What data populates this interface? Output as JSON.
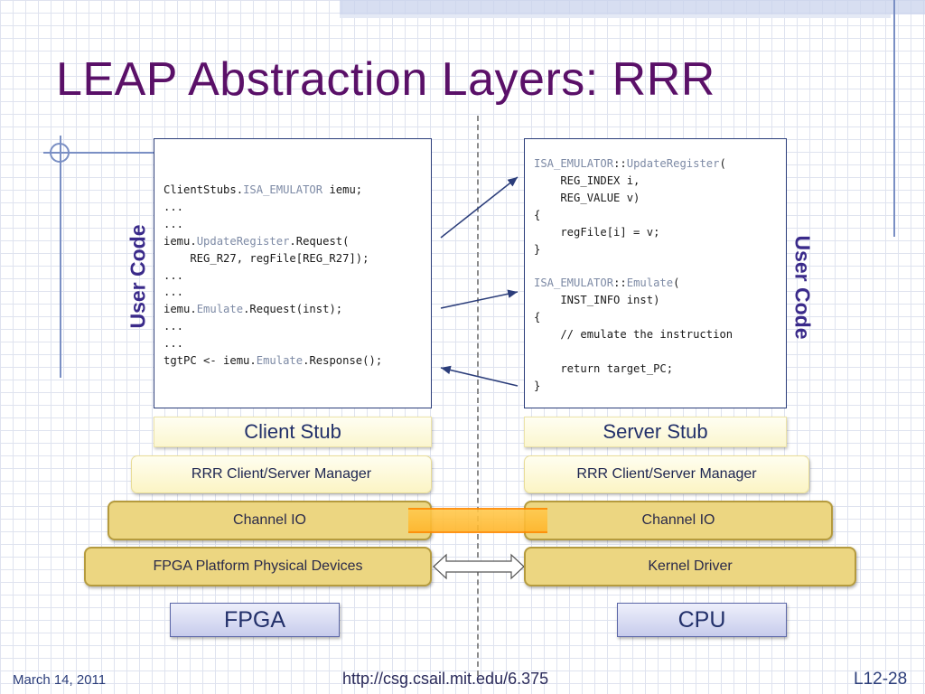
{
  "slide": {
    "title": "LEAP Abstraction Layers: RRR",
    "left_label": "User Code",
    "right_label": "User Code"
  },
  "client_code": {
    "lines": [
      [
        {
          "t": "ClientStubs."
        },
        {
          "t": "ISA_EMULATOR",
          "hl": true
        },
        {
          "t": " iemu;"
        }
      ],
      [
        {
          "t": "..."
        }
      ],
      [
        {
          "t": "..."
        }
      ],
      [
        {
          "t": "iemu."
        },
        {
          "t": "UpdateRegister",
          "hl": true
        },
        {
          "t": ".Request("
        }
      ],
      [
        {
          "t": "    REG_R27, regFile[REG_R27]);"
        }
      ],
      [
        {
          "t": "..."
        }
      ],
      [
        {
          "t": "..."
        }
      ],
      [
        {
          "t": "iemu."
        },
        {
          "t": "Emulate",
          "hl": true
        },
        {
          "t": ".Request(inst);"
        }
      ],
      [
        {
          "t": "..."
        }
      ],
      [
        {
          "t": "..."
        }
      ],
      [
        {
          "t": "tgtPC <- iemu."
        },
        {
          "t": "Emulate",
          "hl": true
        },
        {
          "t": ".Response();"
        }
      ]
    ]
  },
  "server_code": {
    "lines": [
      [
        {
          "t": "ISA_EMULATOR",
          "hl": true
        },
        {
          "t": "::"
        },
        {
          "t": "UpdateRegister",
          "hl": true
        },
        {
          "t": "("
        }
      ],
      [
        {
          "t": "    REG_INDEX i,"
        }
      ],
      [
        {
          "t": "    REG_VALUE v)"
        }
      ],
      [
        {
          "t": "{"
        }
      ],
      [
        {
          "t": "    regFile[i] = v;"
        }
      ],
      [
        {
          "t": "}"
        }
      ],
      [
        {
          "t": ""
        }
      ],
      [
        {
          "t": "ISA_EMULATOR",
          "hl": true
        },
        {
          "t": "::"
        },
        {
          "t": "Emulate",
          "hl": true
        },
        {
          "t": "("
        }
      ],
      [
        {
          "t": "    INST_INFO inst)"
        }
      ],
      [
        {
          "t": "{"
        }
      ],
      [
        {
          "t": "    // emulate the instruction"
        }
      ],
      [
        {
          "t": ""
        }
      ],
      [
        {
          "t": "    return target_PC;"
        }
      ],
      [
        {
          "t": "}"
        }
      ]
    ]
  },
  "layers": {
    "client_stub": "Client Stub",
    "server_stub": "Server Stub",
    "client_manager": "RRR Client/Server Manager",
    "server_manager": "RRR Client/Server Manager",
    "client_channel": "Channel IO",
    "server_channel": "Channel IO",
    "fpga_devices": "FPGA Platform Physical Devices",
    "kernel_driver": "Kernel Driver",
    "fpga": "FPGA",
    "cpu": "CPU"
  },
  "footer": {
    "date": "March 14, 2011",
    "url": "http://csg.csail.mit.edu/6.375",
    "page": "L12-28"
  },
  "colors": {
    "title": "#5a1068",
    "gold_box": "#ecd681",
    "channel_link": "#ffb62b",
    "chip": "#c7ccec",
    "accent": "#2b3d7a"
  }
}
